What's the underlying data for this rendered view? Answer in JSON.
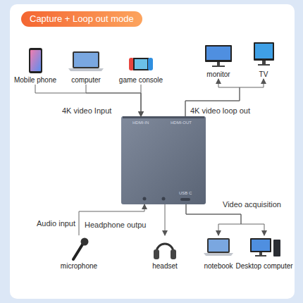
{
  "diagram": {
    "title": "Capture + Loop out mode",
    "nodes": [
      {
        "text": [
          "Mobile phone"
        ]
      },
      {
        "text": [
          "computer"
        ]
      },
      {
        "text": [
          "game console"
        ]
      },
      {
        "text": [
          "monitor"
        ]
      },
      {
        "text": [
          "TV"
        ]
      },
      {
        "text": [
          "HDMI-IN",
          "HDMI-OUT",
          "USB C"
        ]
      },
      {
        "text": [
          "microphone"
        ]
      },
      {
        "text": [
          "headset"
        ]
      },
      {
        "text": [
          "notebook"
        ]
      },
      {
        "text": [
          "Desktop computer"
        ]
      }
    ],
    "edges": [
      {
        "from": 0,
        "to": 5,
        "arrow": "to"
      },
      {
        "from": 1,
        "to": 5,
        "arrow": "to"
      },
      {
        "from": 2,
        "to": 5,
        "arrow": "to"
      },
      {
        "from": 5,
        "to": 3,
        "arrow": "to"
      },
      {
        "from": 5,
        "to": 4,
        "arrow": "to"
      },
      {
        "from": 6,
        "to": 5,
        "arrow": "to"
      },
      {
        "from": 5,
        "to": 7,
        "arrow": "to"
      },
      {
        "from": 5,
        "to": 8,
        "arrow": "to"
      },
      {
        "from": 5,
        "to": 9,
        "arrow": "to"
      }
    ],
    "labels": [
      "4K video Input",
      "4K video loop out",
      "Audio input",
      "Headphone outpu",
      "Video acquisition"
    ]
  }
}
